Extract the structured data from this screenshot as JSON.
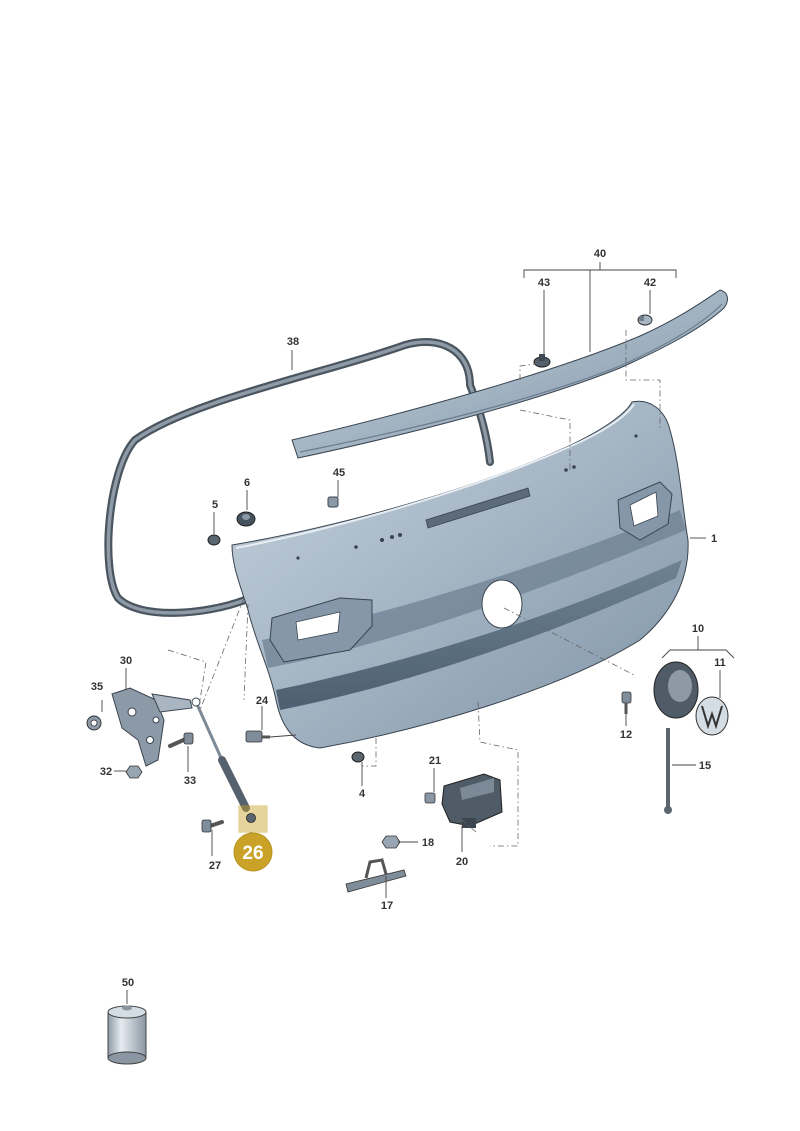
{
  "highlight_color": "#c9a227",
  "part_color": "#9fb0bf",
  "callouts": {
    "c1": "1",
    "c4": "4",
    "c5": "5",
    "c6": "6",
    "c10": "10",
    "c11": "11",
    "c12": "12",
    "c15": "15",
    "c17": "17",
    "c18": "18",
    "c20": "20",
    "c21": "21",
    "c24": "24",
    "c26": "26",
    "c27": "27",
    "c30": "30",
    "c32": "32",
    "c33": "33",
    "c35": "35",
    "c38": "38",
    "c40": "40",
    "c42": "42",
    "c43": "43",
    "c45": "45",
    "c50": "50"
  }
}
